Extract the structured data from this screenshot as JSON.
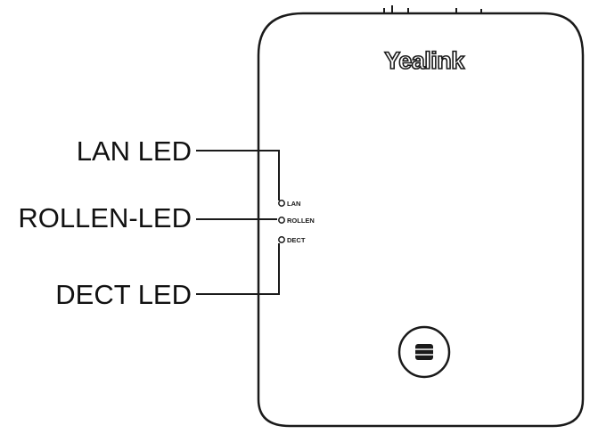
{
  "device": {
    "brand_logo": "Yealink",
    "led_labels": [
      "LAN",
      "ROLLEN",
      "DECT"
    ],
    "button_icon": "menu-lines-icon"
  },
  "callouts": [
    {
      "id": "lan",
      "label": "LAN LED"
    },
    {
      "id": "rollen",
      "label": "ROLLEN-LED"
    },
    {
      "id": "dect",
      "label": "DECT LED"
    }
  ],
  "colors": {
    "outline": "#1a1a1a",
    "background": "#ffffff"
  }
}
